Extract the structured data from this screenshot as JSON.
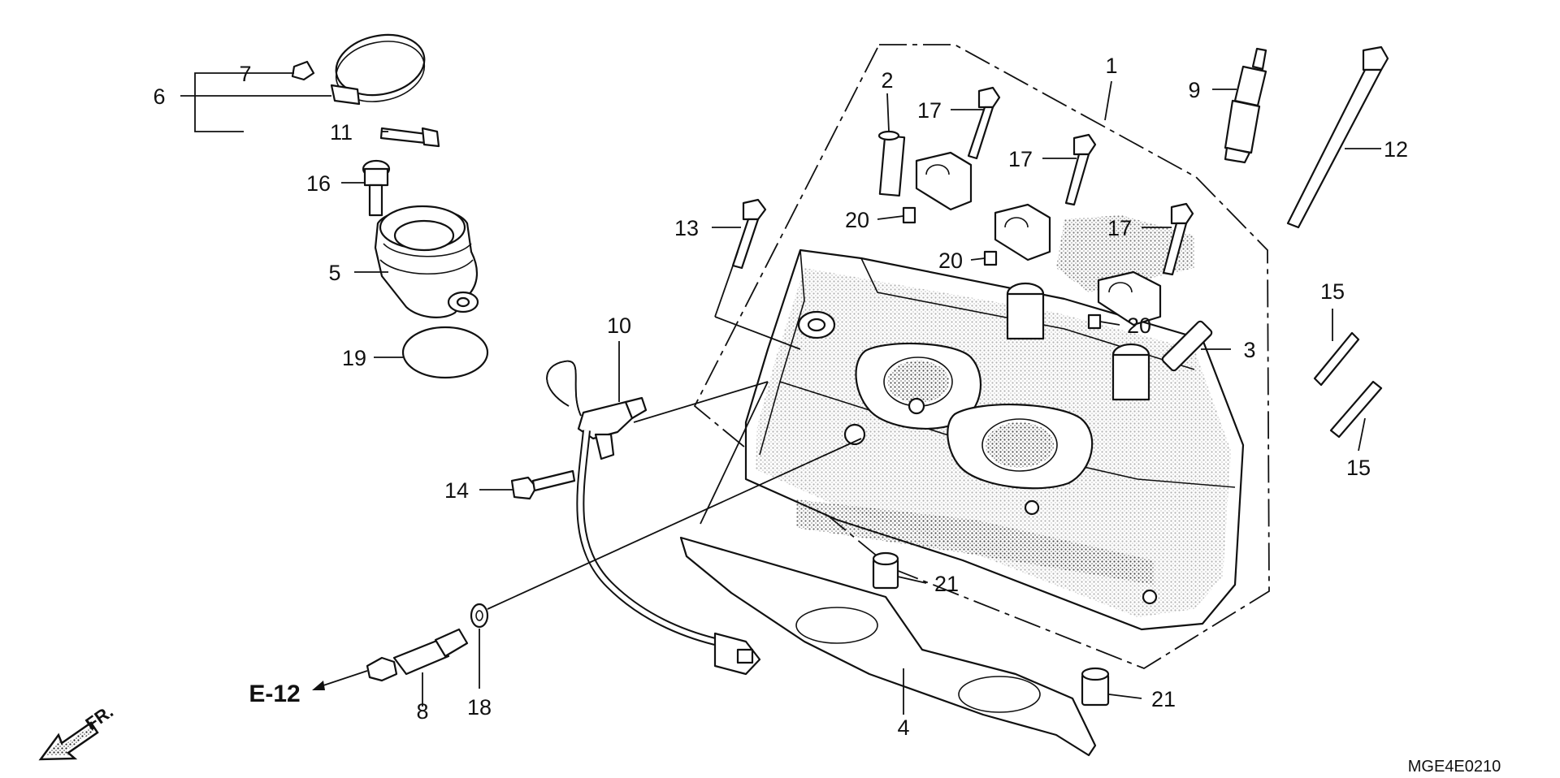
{
  "diagram": {
    "callouts": {
      "c1": "1",
      "c2": "2",
      "c3": "3",
      "c4": "4",
      "c5": "5",
      "c6": "6",
      "c7": "7",
      "c8": "8",
      "c9": "9",
      "c10": "10",
      "c11": "11",
      "c12": "12",
      "c13": "13",
      "c14": "14",
      "c15a": "15",
      "c15b": "15",
      "c16": "16",
      "c17a": "17",
      "c17b": "17",
      "c17c": "17",
      "c18": "18",
      "c19": "19",
      "c20a": "20",
      "c20b": "20",
      "c20c": "20",
      "c21a": "21",
      "c21b": "21"
    },
    "reference_label": "E-12",
    "front_label": "FR.",
    "drawing_code": "MGE4E0210"
  }
}
